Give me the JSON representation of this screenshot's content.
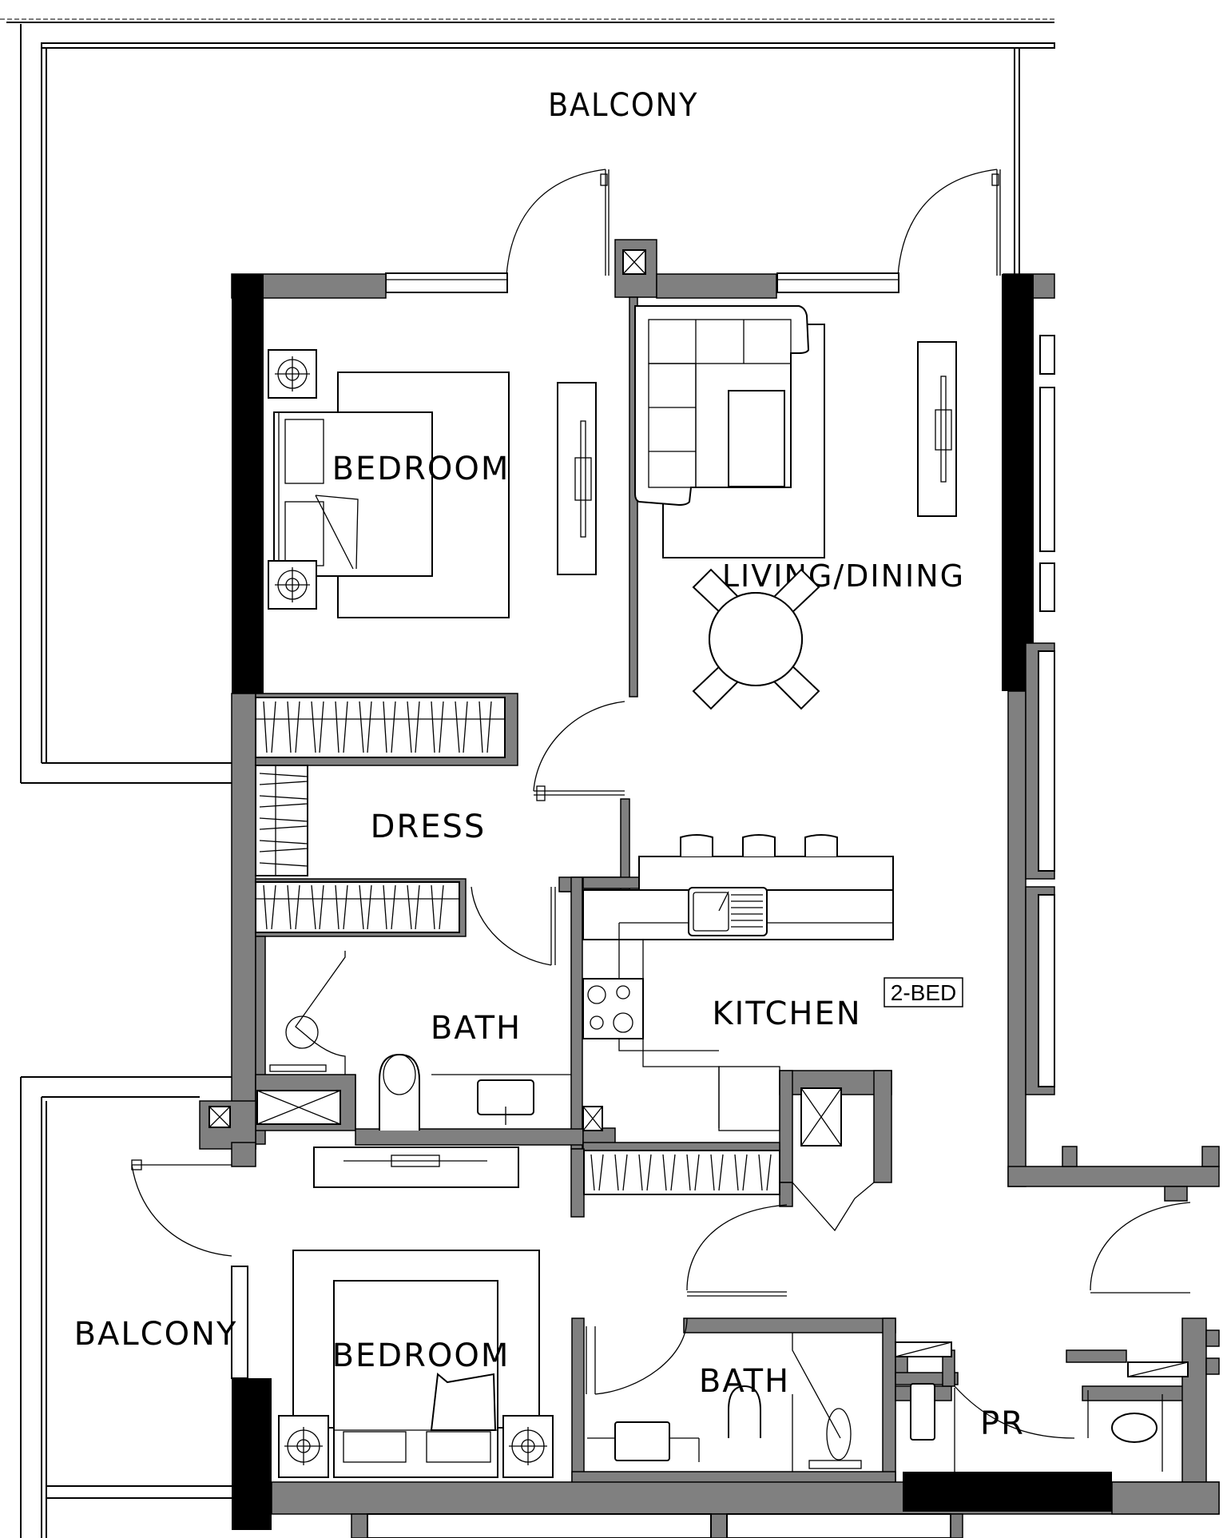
{
  "plan": {
    "unit_type": "2-BED",
    "colors": {
      "wall": "#808080",
      "structural_column": "#000000",
      "line": "#000000",
      "background": "#ffffff"
    },
    "rooms": [
      {
        "id": "balcony-top",
        "label": "BALCONY"
      },
      {
        "id": "bedroom-1",
        "label": "BEDROOM"
      },
      {
        "id": "living-dining",
        "label": "LIVING/DINING"
      },
      {
        "id": "dress",
        "label": "DRESS"
      },
      {
        "id": "bath-1",
        "label": "BATH"
      },
      {
        "id": "kitchen",
        "label": "KITCHEN"
      },
      {
        "id": "balcony-side",
        "label": "BALCONY"
      },
      {
        "id": "bedroom-2",
        "label": "BEDROOM"
      },
      {
        "id": "bath-2",
        "label": "BATH"
      },
      {
        "id": "powder-room",
        "label": "PR"
      }
    ],
    "furniture_icons": [
      "bed-icon",
      "nightstand-lamp-icon",
      "sofa-icon",
      "coffee-table-icon",
      "tv-console-icon",
      "dining-table-icon",
      "dining-chair-icon",
      "bar-stool-icon",
      "sink-icon",
      "cooktop-icon",
      "toilet-icon",
      "basin-icon",
      "wardrobe-icon",
      "shaft-icon",
      "door-swing-icon"
    ]
  }
}
